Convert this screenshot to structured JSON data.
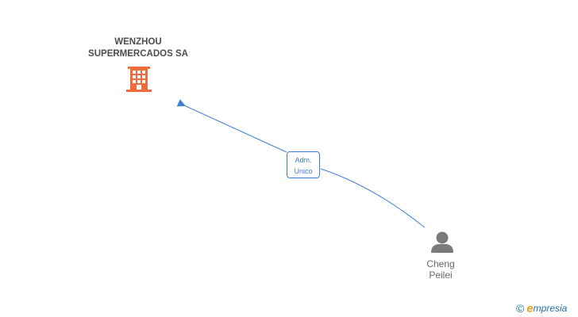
{
  "company": {
    "name_line1": "WENZHOU",
    "name_line2": "SUPERMERCADOS SA",
    "icon": "building-icon",
    "color": "#f26b3a"
  },
  "person": {
    "name_line1": "Cheng",
    "name_line2": "Peilei",
    "icon": "person-icon",
    "color": "#7a7a7a"
  },
  "relation": {
    "label_line1": "Adm.",
    "label_line2": "Unico",
    "color": "#3d7fd6"
  },
  "brand": {
    "copyright_symbol": "©",
    "logo_initial": "e",
    "logo_rest": "mpresia"
  }
}
